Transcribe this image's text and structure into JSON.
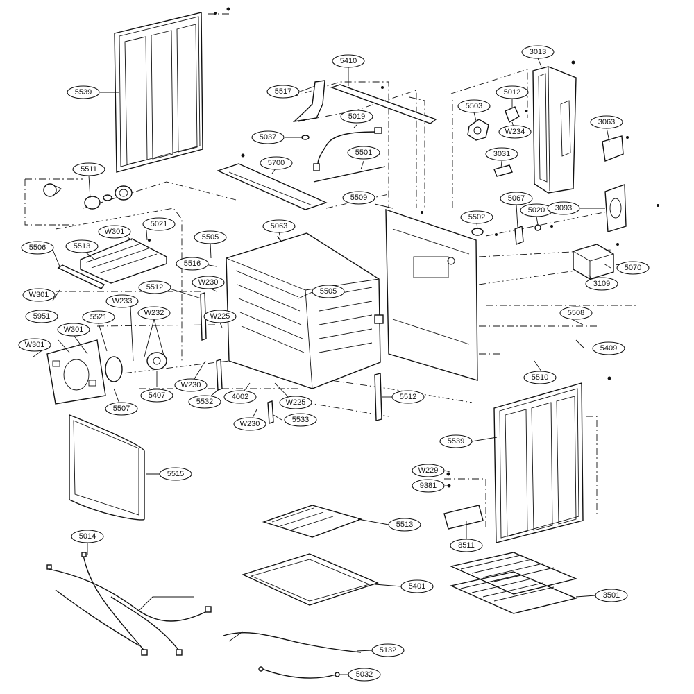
{
  "callouts": {
    "c5539a": "5539",
    "c5539b": "5539",
    "c5410": "5410",
    "c5517": "5517",
    "c5019": "5019",
    "c5037": "5037",
    "c5501": "5501",
    "c5700": "5700",
    "c5511": "5511",
    "c3013": "3013",
    "c5012": "5012",
    "c5503": "5503",
    "cW234": "W234",
    "c3063": "3063",
    "c3031": "3031",
    "c5509": "5509",
    "c5067": "5067",
    "c5020": "5020",
    "c3093": "3093",
    "c5502": "5502",
    "c5063": "5063",
    "c5021": "5021",
    "cW301a": "W301",
    "cW301b": "W301",
    "cW301c": "W301",
    "cW301d": "W301",
    "c5506": "5506",
    "c5513a": "5513",
    "c5513b": "5513",
    "c5505a": "5505",
    "c5505b": "5505",
    "c5516": "5516",
    "c5070": "5070",
    "c3109": "3109",
    "c5512a": "5512",
    "c5512b": "5512",
    "cW230a": "W230",
    "cW230b": "W230",
    "cW230c": "W230",
    "cW233": "W233",
    "cW232": "W232",
    "cW225a": "W225",
    "cW225b": "W225",
    "c5951": "5951",
    "c5521": "5521",
    "c5508": "5508",
    "c5409": "5409",
    "c5510": "5510",
    "c5407": "5407",
    "c5532": "5532",
    "c4002": "4002",
    "c5507": "5507",
    "c5533": "5533",
    "c5515": "5515",
    "cW229": "W229",
    "c9381": "9381",
    "c8511": "8511",
    "c5014": "5014",
    "c5401": "5401",
    "c3501": "3501",
    "c5132": "5132",
    "c5032": "5032"
  }
}
